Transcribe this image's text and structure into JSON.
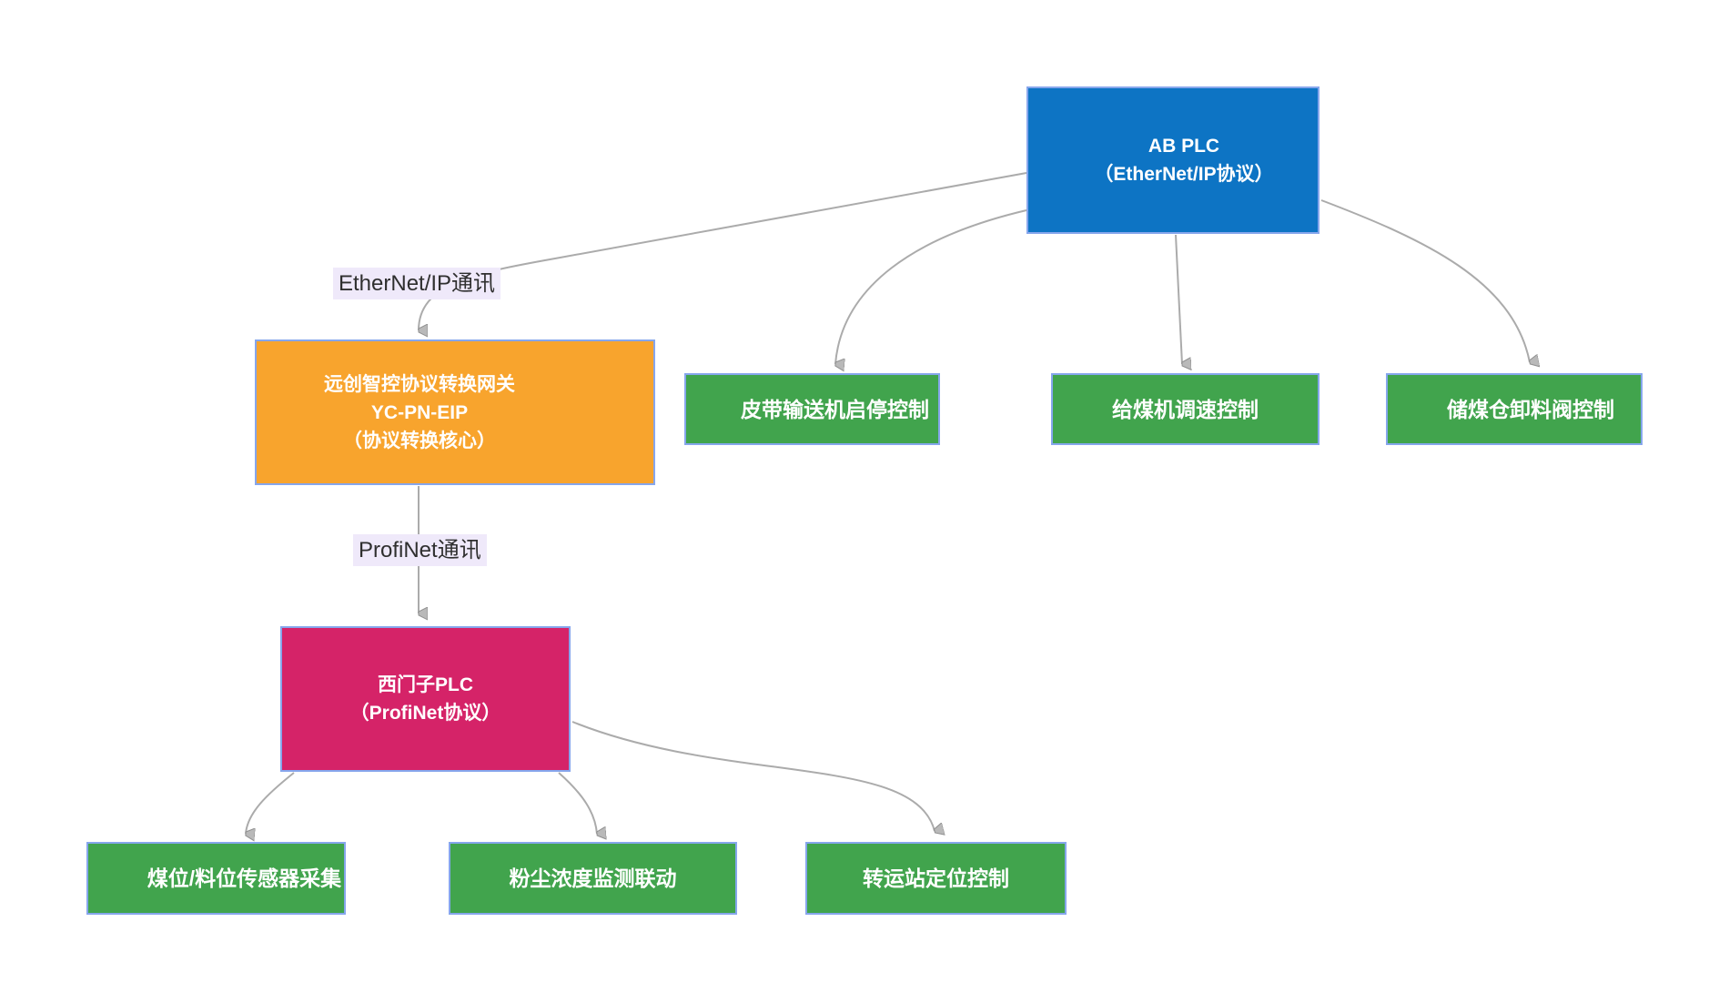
{
  "nodes": {
    "ab_plc": {
      "lines": [
        "AB PLC",
        "（EtherNet/IP协议）"
      ]
    },
    "gateway": {
      "lines": [
        "远创智控协议转换网关",
        "YC-PN-EIP",
        "（协议转换核心）"
      ]
    },
    "belt": {
      "label": "皮带输送机启停控制"
    },
    "feeder": {
      "label": "给煤机调速控制"
    },
    "silo": {
      "label": "储煤仓卸料阀控制"
    },
    "siemens_plc": {
      "lines": [
        "西门子PLC",
        "（ProfiNet协议）"
      ]
    },
    "coal_level": {
      "label": "煤位/料位传感器采集"
    },
    "dust": {
      "label": "粉尘浓度监测联动"
    },
    "transfer": {
      "label": "转运站定位控制"
    }
  },
  "edge_labels": {
    "ethernet": "EtherNet/IP通讯",
    "profinet": "ProfiNet通讯"
  },
  "colors": {
    "node_blue": "#0d74c4",
    "node_orange": "#f8a42d",
    "node_green": "#41a44d",
    "node_pink": "#d52368",
    "node_border": "#86a6ec",
    "edge_line": "#ababab",
    "edge_label_bg": "#efe9fa",
    "edge_label_text": "#2f2f2f"
  }
}
